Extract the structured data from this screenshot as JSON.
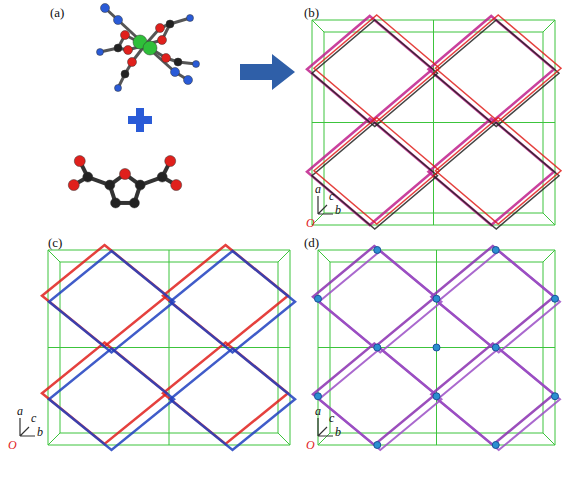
{
  "diagram": {
    "labels": [
      "(a)",
      "(b)",
      "(c)",
      "(d)",
      "a",
      "c",
      "b",
      "O",
      "a",
      "c",
      "b",
      "O",
      "a",
      "c",
      "b",
      "O"
    ]
  }
}
